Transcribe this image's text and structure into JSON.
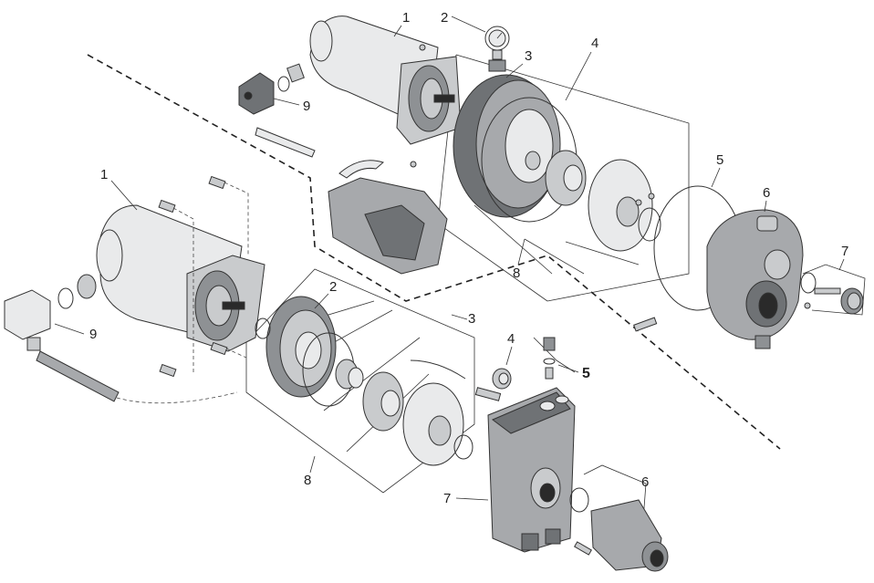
{
  "diagram": {
    "upper_assembly": {
      "callouts": [
        {
          "id": "u1",
          "text": "1"
        },
        {
          "id": "u2",
          "text": "2"
        },
        {
          "id": "u3",
          "text": "3"
        },
        {
          "id": "u4",
          "text": "4"
        },
        {
          "id": "u5",
          "text": "5"
        },
        {
          "id": "u6",
          "text": "6"
        },
        {
          "id": "u7",
          "text": "7"
        },
        {
          "id": "u8",
          "text": "8"
        },
        {
          "id": "u9",
          "text": "9"
        }
      ]
    },
    "lower_assembly": {
      "callouts": [
        {
          "id": "l1",
          "text": "1"
        },
        {
          "id": "l2",
          "text": "2"
        },
        {
          "id": "l3",
          "text": "3"
        },
        {
          "id": "l4",
          "text": "4"
        },
        {
          "id": "l5",
          "text": "5"
        },
        {
          "id": "l6",
          "text": "6"
        },
        {
          "id": "l7",
          "text": "7"
        },
        {
          "id": "l8",
          "text": "8"
        },
        {
          "id": "l9",
          "text": "9"
        }
      ]
    },
    "colors": {
      "line": "#333333",
      "metal": "#c9cbcd",
      "plastic": "#a7a9ac",
      "background": "#ffffff"
    }
  }
}
